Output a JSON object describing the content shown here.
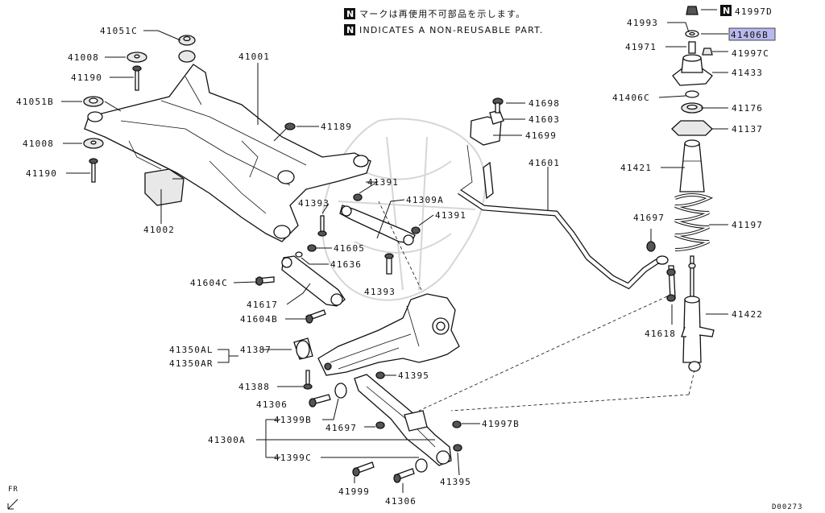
{
  "notes": {
    "badge": "N",
    "japanese": "マークは再使用不可部品を示します。",
    "english": "INDICATES A NON-REUSABLE PART."
  },
  "parts": {
    "p41051C": "41051C",
    "p41008a": "41008",
    "p41190a": "41190",
    "p41051B": "41051B",
    "p41008b": "41008",
    "p41190b": "41190",
    "p41001": "41001",
    "p41002": "41002",
    "p41189": "41189",
    "p41393a": "41393",
    "p41391a": "41391",
    "p41309A": "41309A",
    "p41391b": "41391",
    "p41605": "41605",
    "p41636": "41636",
    "p41393b": "41393",
    "p41604C": "41604C",
    "p41617": "41617",
    "p41604B": "41604B",
    "p41350AL": "41350AL",
    "p41350AR": "41350AR",
    "p41387": "41387",
    "p41388": "41388",
    "p41395a": "41395",
    "p41306a": "41306",
    "p41399B": "41399B",
    "p41697a": "41697",
    "p41300A": "41300A",
    "p41399C": "41399C",
    "p41999": "41999",
    "p41306b": "41306",
    "p41395b": "41395",
    "p41997B": "41997B",
    "p41698": "41698",
    "p41603": "41603",
    "p41699": "41699",
    "p41601": "41601",
    "p41697b": "41697",
    "p41618": "41618",
    "p41993": "41993",
    "p41997D": "41997D",
    "p41406B": "41406B",
    "p41971": "41971",
    "p41997C": "41997C",
    "p41433": "41433",
    "p41406C": "41406C",
    "p41176": "41176",
    "p41137": "41137",
    "p41421": "41421",
    "p41197": "41197",
    "p41422": "41422"
  },
  "badge_parts": {
    "b41997D": "N"
  },
  "corner": {
    "fr": "FR",
    "code": "D00273"
  },
  "colors": {
    "highlight": "#b9b9ef",
    "ink": "#111111"
  }
}
